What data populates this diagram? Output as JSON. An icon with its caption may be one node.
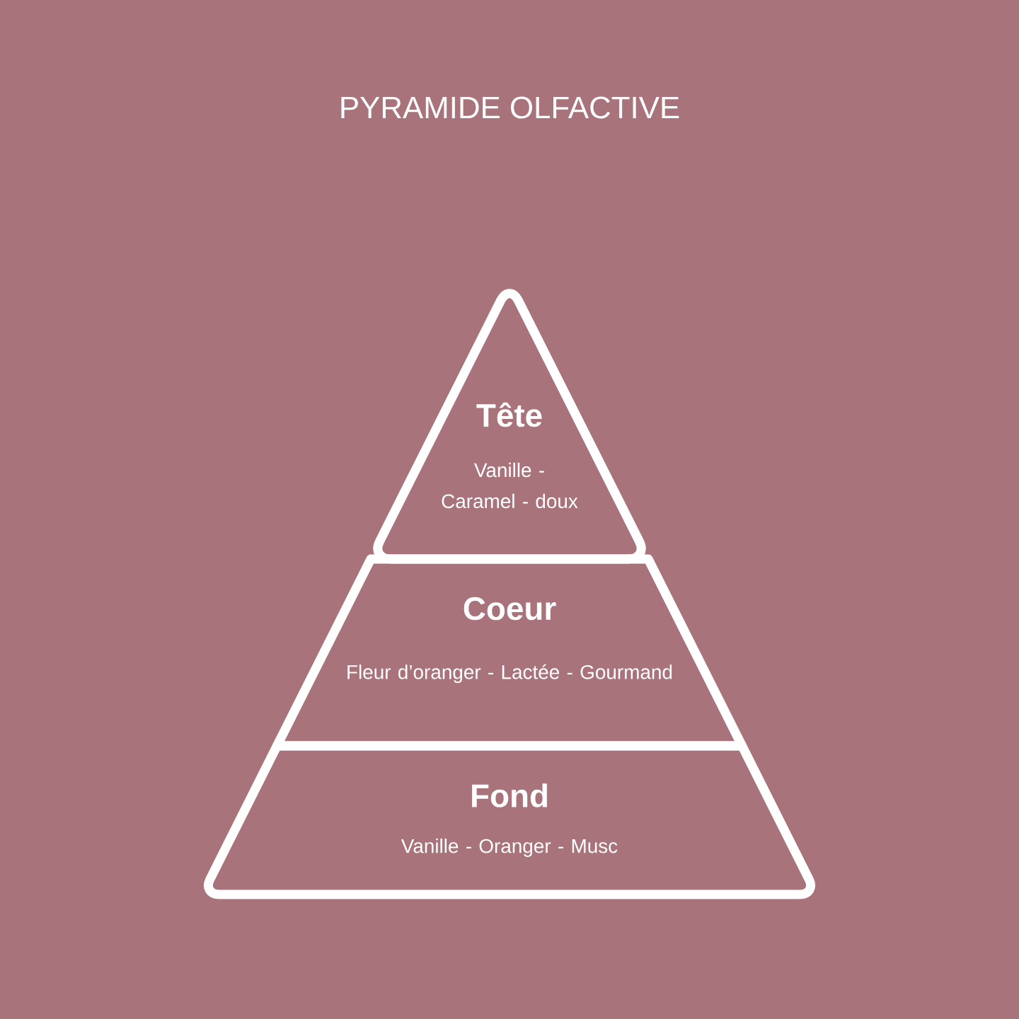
{
  "diagram": {
    "title": "PYRAMIDE OLFACTIVE",
    "nodes": [
      {
        "text": [
          "Tête",
          "Vanille - Caramel - doux"
        ]
      },
      {
        "text": [
          "Coeur",
          "Fleur d’oranger - Lactée - Gourmand"
        ]
      },
      {
        "text": [
          "Fond",
          "Vanille - Oranger - Musc"
        ]
      }
    ]
  }
}
